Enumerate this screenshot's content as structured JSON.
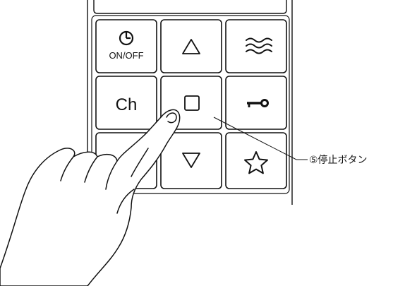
{
  "buttons": {
    "timer": {
      "icon": "timer-clock-icon",
      "label": "ON/OFF"
    },
    "up": {
      "icon": "triangle-up-icon"
    },
    "swing": {
      "icon": "wavy-lines-icon"
    },
    "channel": {
      "label": "Ch"
    },
    "stop": {
      "icon": "square-stop-icon"
    },
    "key": {
      "icon": "key-icon"
    },
    "blank": {
      "icon": ""
    },
    "down": {
      "icon": "triangle-down-icon"
    },
    "favorite": {
      "icon": "star-icon"
    }
  },
  "callout": {
    "label": "⑤停止ボタン"
  }
}
